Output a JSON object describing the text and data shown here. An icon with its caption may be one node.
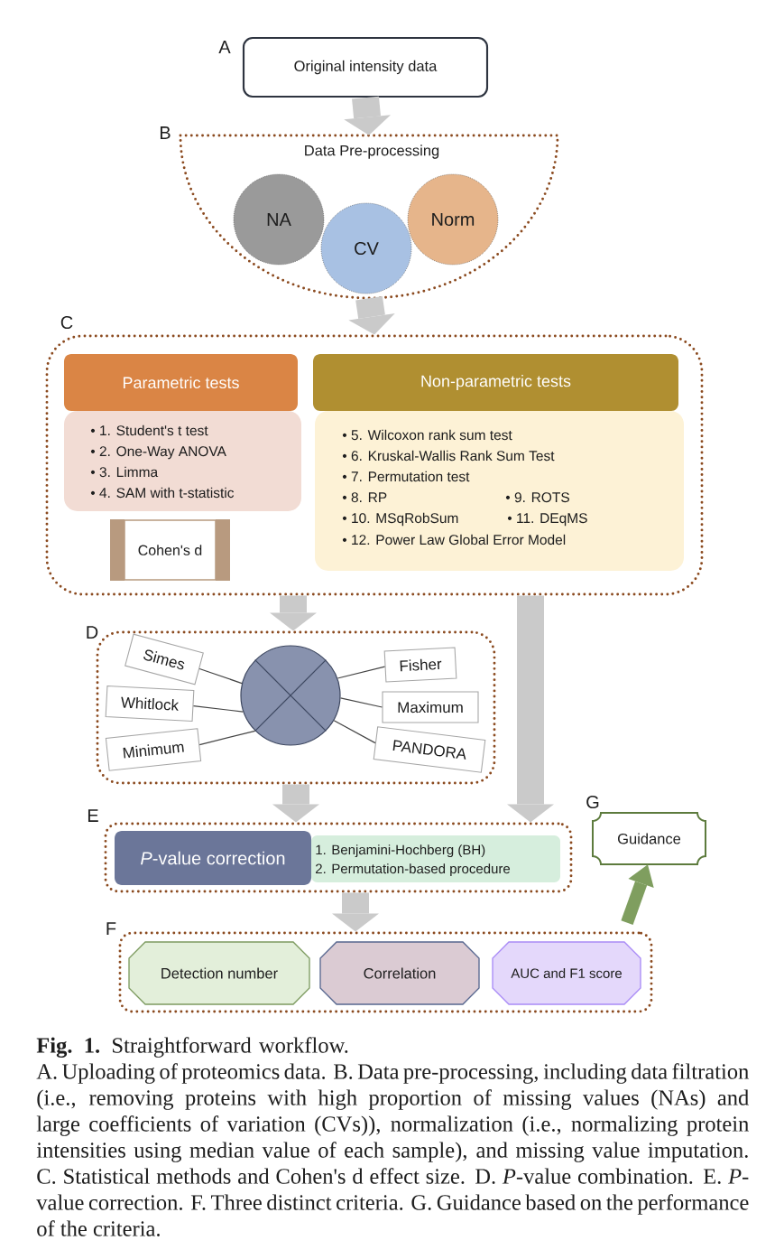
{
  "diagram": {
    "caption": "**Fig. 1.** Straightforward workflow.",
    "nodes": [
      {
        "text": [
          "Original intensity data"
        ],
        "beside": [
          "A"
        ]
      },
      {
        "text": [
          "Data Pre-processing"
        ],
        "beside": [
          "B"
        ]
      },
      {
        "text": [
          "NA"
        ],
        "in": 1
      },
      {
        "text": [
          "CV"
        ],
        "in": 1
      },
      {
        "text": [
          "Norm"
        ],
        "in": 1
      },
      {
        "text": [],
        "shape": "box",
        "beside": [
          "C"
        ]
      },
      {
        "text": [
          "Parametric tests",
          "• 1. Student's t test",
          "• 2. One-Way ANOVA",
          "• 3. Limma",
          "• 4. SAM with t-statistic"
        ],
        "in": 5
      },
      {
        "text": [
          "Cohen's d"
        ],
        "in": 5
      },
      {
        "text": [
          "Non-parametric tests",
          "• 5. Wilcoxon rank sum test",
          "• 6. Kruskal-Wallis Rank Sum Test",
          "• 7. Permutation test",
          "• 8. RP",
          "• 9. ROTS",
          "• 10. MSqRobSum",
          "• 11. DEqMS",
          "• 12. Power Law Global Error Model"
        ],
        "in": 5
      },
      {
        "text": [],
        "shape": "box",
        "beside": [
          "D"
        ]
      },
      {
        "text": [
          "Simes"
        ],
        "in": 9
      },
      {
        "text": [
          "Whitlock"
        ],
        "in": 9
      },
      {
        "text": [
          "Minimum"
        ],
        "in": 9
      },
      {
        "text": [],
        "shape": "circle",
        "in": 9
      },
      {
        "text": [
          "Fisher"
        ],
        "in": 9
      },
      {
        "text": [
          "Maximum"
        ],
        "in": 9
      },
      {
        "text": [
          "PANDORA"
        ],
        "in": 9
      },
      {
        "text": [],
        "shape": "box",
        "beside": [
          "E"
        ]
      },
      {
        "text": [
          "*P*-value correction"
        ],
        "in": 17
      },
      {
        "text": [
          "1. Benjamini-Hochberg (BH)",
          "2. Permutation-based procedure"
        ],
        "in": 17
      },
      {
        "text": [],
        "shape": "box",
        "beside": [
          "F"
        ]
      },
      {
        "text": [
          "Detection number"
        ],
        "in": 20
      },
      {
        "text": [
          "Correlation"
        ],
        "in": 20
      },
      {
        "text": [
          "AUC and F1 score"
        ],
        "in": 20
      },
      {
        "text": [
          "Guidance"
        ],
        "beside": [
          "G"
        ]
      }
    ],
    "edges": [
      {
        "from": 0,
        "to": 1,
        "arrow": "to",
        "style": "thick",
        "color": "#cacaca"
      },
      {
        "from": 1,
        "to": 5,
        "arrow": "to",
        "style": "thick",
        "color": "#cacaca"
      },
      {
        "from": 5,
        "to": 9,
        "arrow": "to",
        "style": "thick",
        "color": "#cacaca"
      },
      {
        "from": 5,
        "to": 17,
        "arrow": "to",
        "style": "thick",
        "color": "#cacaca"
      },
      {
        "from": 9,
        "to": 17,
        "arrow": "to",
        "style": "thick",
        "color": "#cacaca"
      },
      {
        "from": 17,
        "to": 20,
        "arrow": "to",
        "style": "thick",
        "color": "#cacaca"
      },
      {
        "from": 20,
        "to": 24,
        "arrow": "to",
        "color": "#7f9e5f"
      },
      {
        "from": 10,
        "to": 13,
        "arrow": "none",
        "color": "#444444"
      },
      {
        "from": 11,
        "to": 13,
        "arrow": "none",
        "color": "#444444"
      },
      {
        "from": 12,
        "to": 13,
        "arrow": "none",
        "color": "#444444"
      },
      {
        "from": 14,
        "to": 13,
        "arrow": "none",
        "color": "#444444"
      },
      {
        "from": 15,
        "to": 13,
        "arrow": "none",
        "color": "#444444"
      },
      {
        "from": 16,
        "to": 13,
        "arrow": "none",
        "color": "#444444"
      }
    ],
    "labels": [
      "A. Uploading of proteomics data. B. Data pre-processing, including data filtration (i.e., removing proteins with high proportion of missing values (NAs) and large coefficients of variation (CVs)), normalization (i.e., normalizing protein intensities using median value of each sample), and missing value imputation. C. Statistical methods and Cohen's d effect size. D. *P*-value combination. E. *P*-value correction. F. Three distinct criteria. G. Guidance based on the performance of the criteria."
    ]
  }
}
